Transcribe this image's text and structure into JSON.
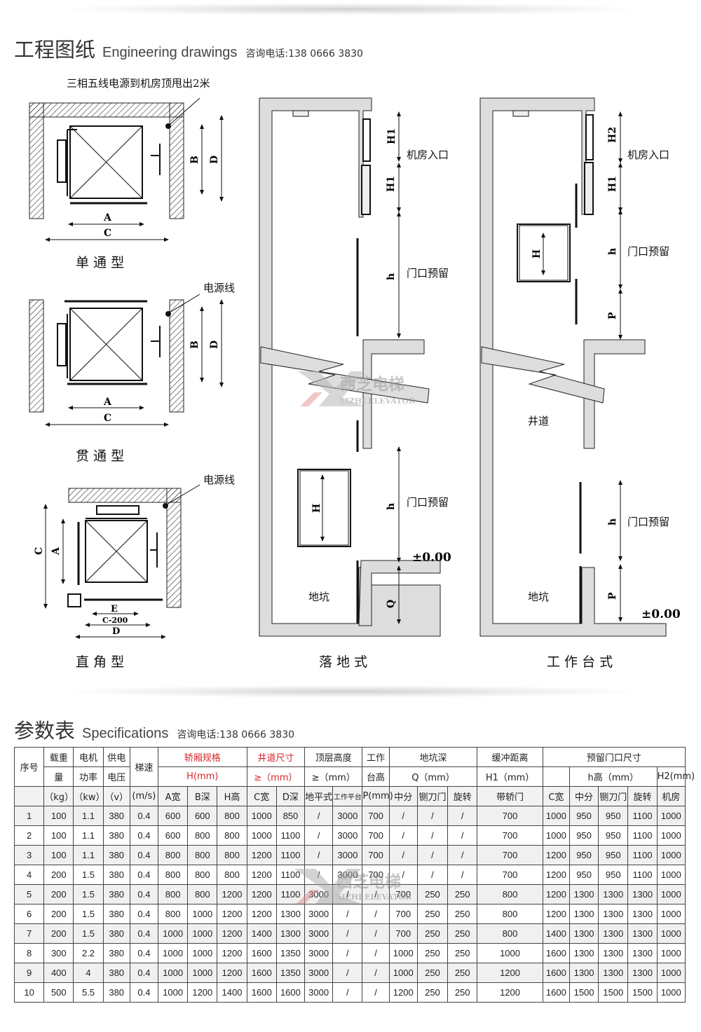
{
  "drawings": {
    "title_zh": "工程图纸",
    "title_en": "Engineering drawings",
    "tel": "咨询电话:138 0666 3830",
    "note_power": "三相五线电源到机房顶甩出2米",
    "label_power_line": "电源线",
    "type_single": "单 通 型",
    "type_through": "贯 通 型",
    "type_corner": "直 角 型",
    "type_floor": "落 地 式",
    "type_platform": "工 作 台 式",
    "machine_room_entry": "机房入口",
    "door_reserve": "门口预留",
    "pit": "地坑",
    "shaft": "井道",
    "zero_level": "±0.00",
    "dim": {
      "A": "A",
      "B": "B",
      "C": "C",
      "D": "D",
      "E": "E",
      "C200": "C-200",
      "H": "H",
      "H1": "H1",
      "H2": "H2",
      "h": "h",
      "P": "P",
      "Q": "Q"
    },
    "watermark_zh": "西芝电梯",
    "watermark_en": "XIZHI ELEVATOR"
  },
  "specs": {
    "title_zh": "参数表",
    "title_en": "Specifications",
    "tel": "咨询电话:138 0666 3830",
    "header1": {
      "seq": "序号",
      "load": "载重",
      "motor": "电机",
      "supply": "供电",
      "speed": "梯速",
      "car": "轿厢规格",
      "shaft": "井道尺寸",
      "top": "顶层高度",
      "work": "工作",
      "pit": "地坑深",
      "buffer": "缓冲距离",
      "door": "预留门口尺寸"
    },
    "header2": {
      "load": "量",
      "motor": "功率",
      "supply": "电压",
      "car": "H(mm)",
      "shaft": "≥（mm）",
      "top": "≥（mm）",
      "work": "台高",
      "pit": "Q（mm）",
      "buffer": "H1（mm）",
      "door": "h高（mm）",
      "door_h2": "H2(mm)"
    },
    "header3": [
      "（kg）",
      "（kw）",
      "（v）",
      "(m/s)",
      "A宽",
      "B深",
      "H高",
      "C宽",
      "D深",
      "地平式",
      "工作平台",
      "P(mm)",
      "中分",
      "铡刀门",
      "旋转",
      "带轿门",
      "C宽",
      "中分",
      "铡刀门",
      "旋转",
      "机房"
    ],
    "rows": [
      [
        "1",
        "100",
        "1.1",
        "380",
        "0.4",
        "600",
        "600",
        "800",
        "1000",
        "850",
        "/",
        "3000",
        "700",
        "/",
        "/",
        "/",
        "700",
        "1000",
        "950",
        "950",
        "1100",
        "1000"
      ],
      [
        "2",
        "100",
        "1.1",
        "380",
        "0.4",
        "600",
        "800",
        "800",
        "1000",
        "1100",
        "/",
        "3000",
        "700",
        "/",
        "/",
        "/",
        "700",
        "1000",
        "950",
        "950",
        "1100",
        "1000"
      ],
      [
        "3",
        "100",
        "1.1",
        "380",
        "0.4",
        "800",
        "800",
        "800",
        "1200",
        "1100",
        "/",
        "3000",
        "700",
        "/",
        "/",
        "/",
        "700",
        "1200",
        "950",
        "950",
        "1100",
        "1000"
      ],
      [
        "4",
        "200",
        "1.5",
        "380",
        "0.4",
        "800",
        "800",
        "800",
        "1200",
        "1100",
        "/",
        "3000",
        "700",
        "/",
        "/",
        "/",
        "700",
        "1200",
        "950",
        "950",
        "1100",
        "1000"
      ],
      [
        "5",
        "200",
        "1.5",
        "380",
        "0.4",
        "800",
        "800",
        "1200",
        "1200",
        "1100",
        "3000",
        "/",
        "/",
        "700",
        "250",
        "250",
        "800",
        "1200",
        "1300",
        "1300",
        "1300",
        "1000"
      ],
      [
        "6",
        "200",
        "1.5",
        "380",
        "0.4",
        "800",
        "1000",
        "1200",
        "1200",
        "1300",
        "3000",
        "/",
        "/",
        "700",
        "250",
        "250",
        "800",
        "1200",
        "1300",
        "1300",
        "1300",
        "1000"
      ],
      [
        "7",
        "200",
        "1.5",
        "380",
        "0.4",
        "1000",
        "1000",
        "1200",
        "1400",
        "1300",
        "3000",
        "/",
        "/",
        "700",
        "250",
        "250",
        "800",
        "1400",
        "1300",
        "1300",
        "1300",
        "1000"
      ],
      [
        "8",
        "300",
        "2.2",
        "380",
        "0.4",
        "1000",
        "1000",
        "1200",
        "1600",
        "1350",
        "3000",
        "/",
        "/",
        "1000",
        "250",
        "250",
        "1000",
        "1600",
        "1300",
        "1300",
        "1300",
        "1000"
      ],
      [
        "9",
        "400",
        "4",
        "380",
        "0.4",
        "1000",
        "1000",
        "1200",
        "1600",
        "1350",
        "3000",
        "/",
        "/",
        "1000",
        "250",
        "250",
        "1200",
        "1600",
        "1300",
        "1300",
        "1300",
        "1000"
      ],
      [
        "10",
        "500",
        "5.5",
        "380",
        "0.4",
        "1000",
        "1200",
        "1400",
        "1600",
        "1600",
        "3000",
        "/",
        "/",
        "1200",
        "250",
        "250",
        "1200",
        "1600",
        "1500",
        "1500",
        "1500",
        "1000"
      ]
    ]
  }
}
